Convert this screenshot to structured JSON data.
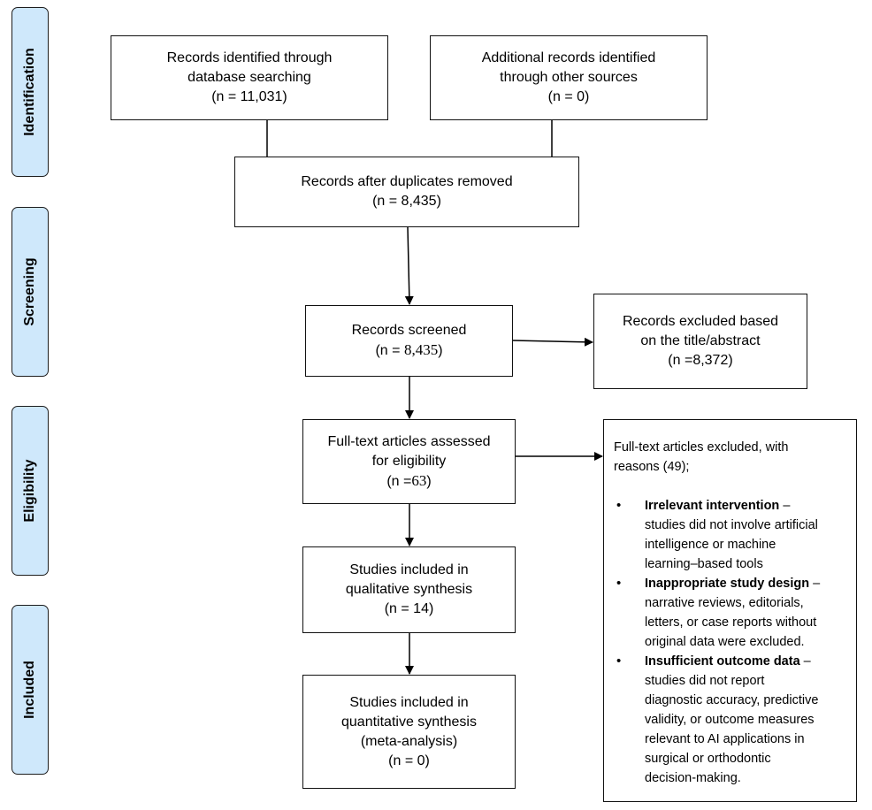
{
  "stages": {
    "identification": "Identification",
    "screening": "Screening",
    "eligibility": "Eligibility",
    "included": "Included"
  },
  "boxes": {
    "database_search": {
      "line1": "Records identified through",
      "line2": "database searching",
      "line3": "(n = 11,031)"
    },
    "other_sources": {
      "line1": "Additional records identified",
      "line2": "through other sources",
      "line3": "(n = 0)"
    },
    "after_duplicates": {
      "line1": "Records after duplicates removed",
      "line2": "(n = 8,435)"
    },
    "screened": {
      "line1": "Records screened",
      "line2_prefix": "(n = ",
      "line2_value": "8,435",
      "line2_suffix": ")"
    },
    "excluded_title": {
      "line1": "Records excluded based",
      "line2": "on the title/abstract",
      "line3": "(n =8,372)"
    },
    "fulltext_assessed": {
      "line1": "Full-text articles assessed",
      "line2": "for eligibility",
      "line3_prefix": "(n =",
      "line3_value": "63",
      "line3_suffix": ")"
    },
    "qualitative": {
      "line1": "Studies included in",
      "line2": "qualitative synthesis",
      "line3": "(n = 14)"
    },
    "quantitative": {
      "line1": "Studies included in",
      "line2": "quantitative synthesis",
      "line3": "(meta-analysis)",
      "line4": "(n = 0)"
    }
  },
  "fulltext_excluded": {
    "intro_line1": "Full-text articles excluded, with",
    "intro_line2": "reasons (49);",
    "bullet_symbol": "•",
    "reasons": [
      {
        "title": "Irrelevant intervention",
        "dash": " –",
        "lines": [
          "studies did not involve artificial",
          "intelligence or machine",
          "learning–based tools"
        ]
      },
      {
        "title": "Inappropriate study design",
        "dash": " –",
        "lines": [
          "narrative reviews, editorials,",
          "letters, or case reports without",
          "original data were excluded."
        ]
      },
      {
        "title": "Insufficient outcome data",
        "dash": " –",
        "lines": [
          "studies did not report",
          "diagnostic accuracy, predictive",
          "validity, or outcome measures",
          "relevant to AI applications in",
          "surgical or orthodontic",
          "decision-making."
        ]
      }
    ]
  },
  "colors": {
    "stage_fill": "#cfe8fb",
    "border": "#111111"
  }
}
